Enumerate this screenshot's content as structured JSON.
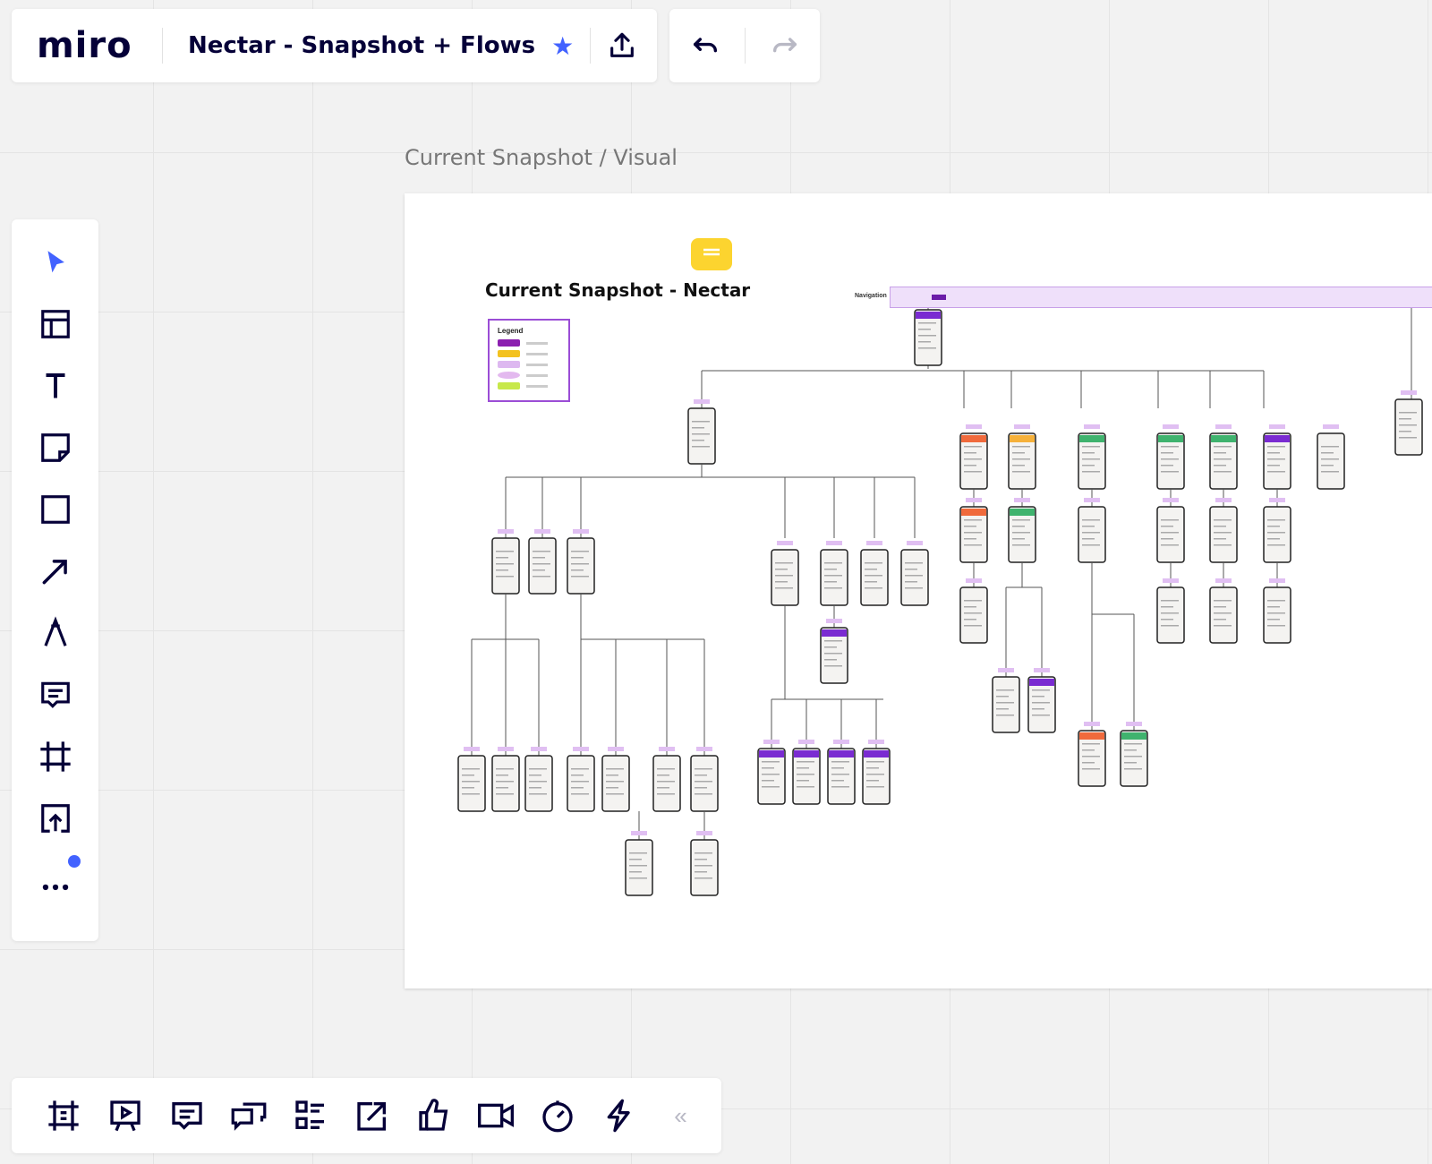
{
  "app": {
    "logo": "miro",
    "board_title": "Nectar - Snapshot + Flows"
  },
  "frame": {
    "label": "Current Snapshot / Visual",
    "title": "Current Snapshot - Nectar"
  },
  "legend": {
    "title": "Legend",
    "swatches": [
      "#8b1fb0",
      "#f3c21f",
      "#ddb8f0",
      "#e3b9ef",
      "#c7e84a"
    ]
  },
  "navigation": {
    "label": "Navigation"
  },
  "colors": {
    "accent": "#4262ff",
    "ink": "#050038",
    "comment": "#fcd42f",
    "frame_border": "#9b4dd6"
  },
  "toolbar": {
    "tools": [
      "select-tool",
      "templates-tool",
      "text-tool",
      "sticky-note-tool",
      "shape-tool",
      "connection-line-tool",
      "pen-tool",
      "comment-tool",
      "frame-tool",
      "upload-tool",
      "more-tools"
    ]
  },
  "bottom_toolbar": {
    "items": [
      "frames",
      "present",
      "comments",
      "screen-share",
      "card",
      "share-screen",
      "voting",
      "video-chat",
      "timer",
      "activity"
    ],
    "collapse": "«"
  }
}
